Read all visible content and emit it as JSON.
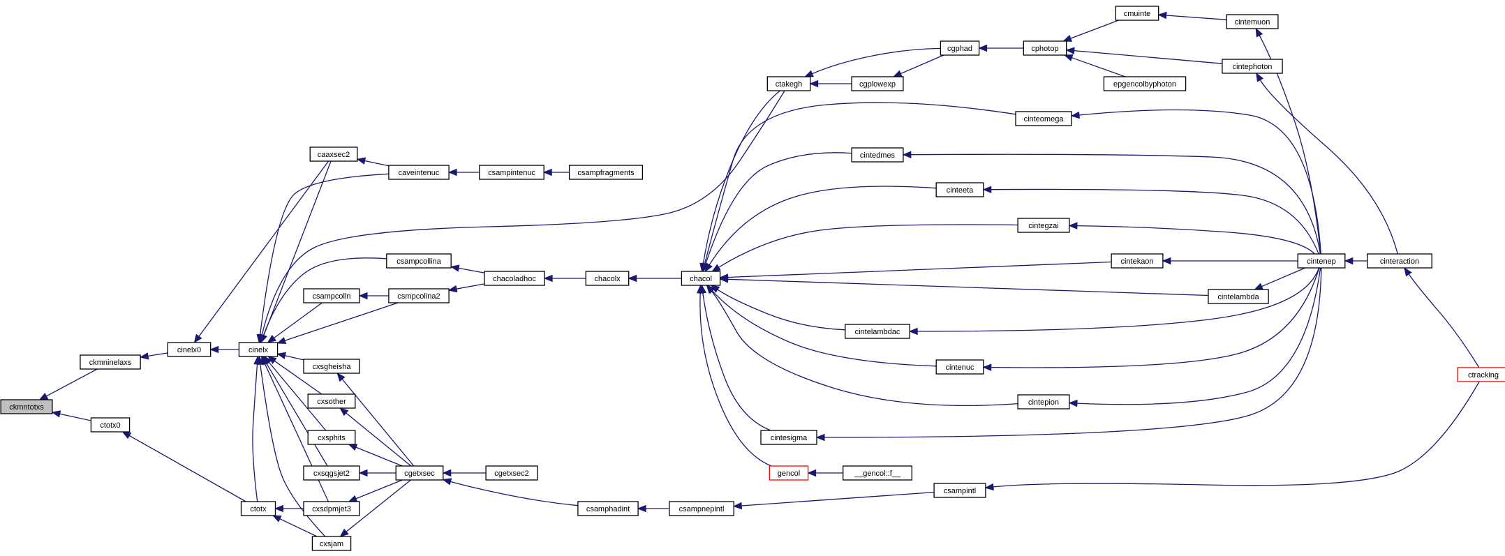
{
  "diagram": {
    "colors": {
      "edge": "#191970",
      "node_border": "#000000",
      "node_fill": "#ffffff",
      "highlight_fill": "#c0c0c0",
      "truncated_border": "#ff0000"
    },
    "nodes": [
      {
        "id": "ckmntotxs",
        "label": "ckmntotxs",
        "highlight": true
      },
      {
        "id": "ckmninelaxs",
        "label": "ckmninelaxs"
      },
      {
        "id": "ctotx0",
        "label": "ctotx0"
      },
      {
        "id": "cinelx0",
        "label": "cinelx0"
      },
      {
        "id": "cinelx",
        "label": "cinelx"
      },
      {
        "id": "ctotx",
        "label": "ctotx"
      },
      {
        "id": "caaxsec2",
        "label": "caaxsec2"
      },
      {
        "id": "caveintenuc",
        "label": "caveintenuc"
      },
      {
        "id": "csampintenuc",
        "label": "csampintenuc"
      },
      {
        "id": "csampfragments",
        "label": "csampfragments"
      },
      {
        "id": "csampcollina",
        "label": "csampcollina"
      },
      {
        "id": "csampcolln",
        "label": "csampcolln"
      },
      {
        "id": "csmpcolina2",
        "label": "csmpcolina2"
      },
      {
        "id": "chacoladhoc",
        "label": "chacoladhoc"
      },
      {
        "id": "chacolx",
        "label": "chacolx"
      },
      {
        "id": "chacol",
        "label": "chacol"
      },
      {
        "id": "cxsgheisha",
        "label": "cxsgheisha"
      },
      {
        "id": "cxsother",
        "label": "cxsother"
      },
      {
        "id": "cxsphits",
        "label": "cxsphits"
      },
      {
        "id": "cxsqgsjet2",
        "label": "cxsqgsjet2"
      },
      {
        "id": "cxsdpmjet3",
        "label": "cxsdpmjet3"
      },
      {
        "id": "cxsjam",
        "label": "cxsjam"
      },
      {
        "id": "cgetxsec",
        "label": "cgetxsec"
      },
      {
        "id": "cgetxsec2",
        "label": "cgetxsec2"
      },
      {
        "id": "csamphadint",
        "label": "csamphadint"
      },
      {
        "id": "csampnepintl",
        "label": "csampnepintl"
      },
      {
        "id": "csampintl",
        "label": "csampintl"
      },
      {
        "id": "ctakegh",
        "label": "ctakegh"
      },
      {
        "id": "cgplowexp",
        "label": "cgplowexp"
      },
      {
        "id": "cgphad",
        "label": "cgphad"
      },
      {
        "id": "cphotop",
        "label": "cphotop"
      },
      {
        "id": "cmuinte",
        "label": "cmuinte"
      },
      {
        "id": "cintemuon",
        "label": "cintemuon"
      },
      {
        "id": "cintephoton",
        "label": "cintephoton"
      },
      {
        "id": "epgencolbyphoton",
        "label": "epgencolbyphoton"
      },
      {
        "id": "cinteomega",
        "label": "cinteomega"
      },
      {
        "id": "cintedmes",
        "label": "cintedmes"
      },
      {
        "id": "cinteeta",
        "label": "cinteeta"
      },
      {
        "id": "cintegzai",
        "label": "cintegzai"
      },
      {
        "id": "cintekaon",
        "label": "cintekaon"
      },
      {
        "id": "cintelambda",
        "label": "cintelambda"
      },
      {
        "id": "cintelambdac",
        "label": "cintelambdac"
      },
      {
        "id": "cintenuc",
        "label": "cintenuc"
      },
      {
        "id": "cintepion",
        "label": "cintepion"
      },
      {
        "id": "cintesigma",
        "label": "cintesigma"
      },
      {
        "id": "gencol",
        "label": "gencol",
        "truncated": true
      },
      {
        "id": "gencol_f",
        "label": "__gencol::f__"
      },
      {
        "id": "cintenep",
        "label": "cintenep"
      },
      {
        "id": "cinteraction",
        "label": "cinteraction"
      },
      {
        "id": "ctracking",
        "label": "ctracking",
        "truncated": true
      }
    ],
    "edges": [
      [
        "ckmninelaxs",
        "ckmntotxs"
      ],
      [
        "ctotx0",
        "ckmntotxs"
      ],
      [
        "cinelx0",
        "ckmninelaxs"
      ],
      [
        "caaxsec2",
        "cinelx0"
      ],
      [
        "cinelx",
        "cinelx0"
      ],
      [
        "ctotx",
        "ctotx0"
      ],
      [
        "caaxsec2",
        "cinelx"
      ],
      [
        "caveintenuc",
        "cinelx"
      ],
      [
        "ctakegh",
        "cinelx"
      ],
      [
        "csampcollina",
        "cinelx"
      ],
      [
        "csampcolln",
        "cinelx"
      ],
      [
        "csmpcolina2",
        "cinelx"
      ],
      [
        "cxsgheisha",
        "cinelx"
      ],
      [
        "cxsother",
        "cinelx"
      ],
      [
        "cxsphits",
        "cinelx"
      ],
      [
        "cxsqgsjet2",
        "cinelx"
      ],
      [
        "cxsdpmjet3",
        "cinelx"
      ],
      [
        "cxsjam",
        "cinelx"
      ],
      [
        "ctotx",
        "cinelx"
      ],
      [
        "cxsdpmjet3",
        "ctotx"
      ],
      [
        "cxsjam",
        "ctotx"
      ],
      [
        "caveintenuc",
        "caaxsec2"
      ],
      [
        "csampintenuc",
        "caveintenuc"
      ],
      [
        "csampfragments",
        "csampintenuc"
      ],
      [
        "chacoladhoc",
        "csampcollina"
      ],
      [
        "csmpcolina2",
        "csampcolln"
      ],
      [
        "chacoladhoc",
        "csmpcolina2"
      ],
      [
        "chacolx",
        "chacoladhoc"
      ],
      [
        "chacol",
        "chacolx"
      ],
      [
        "cgetxsec",
        "cxsgheisha"
      ],
      [
        "cgetxsec",
        "cxsother"
      ],
      [
        "cgetxsec",
        "cxsphits"
      ],
      [
        "cgetxsec",
        "cxsqgsjet2"
      ],
      [
        "cgetxsec",
        "cxsdpmjet3"
      ],
      [
        "cgetxsec",
        "cxsjam"
      ],
      [
        "cgetxsec2",
        "cgetxsec"
      ],
      [
        "csamphadint",
        "cgetxsec"
      ],
      [
        "csampnepintl",
        "csamphadint"
      ],
      [
        "csampintl",
        "csampnepintl"
      ],
      [
        "ctracking",
        "csampintl"
      ],
      [
        "ctakegh",
        "chacol"
      ],
      [
        "cgplowexp",
        "ctakegh"
      ],
      [
        "cgphad",
        "ctakegh"
      ],
      [
        "cgphad",
        "cgplowexp"
      ],
      [
        "cphotop",
        "cgphad"
      ],
      [
        "cmuinte",
        "cphotop"
      ],
      [
        "cintephoton",
        "cphotop"
      ],
      [
        "epgencolbyphoton",
        "cphotop"
      ],
      [
        "cintemuon",
        "cmuinte"
      ],
      [
        "cintenep",
        "cintemuon"
      ],
      [
        "cinteraction",
        "cintephoton"
      ],
      [
        "cinteomega",
        "chacol"
      ],
      [
        "cintedmes",
        "chacol"
      ],
      [
        "cinteeta",
        "chacol"
      ],
      [
        "cintegzai",
        "chacol"
      ],
      [
        "cintekaon",
        "chacol"
      ],
      [
        "cintelambda",
        "chacol"
      ],
      [
        "cintelambdac",
        "chacol"
      ],
      [
        "cintenuc",
        "chacol"
      ],
      [
        "cintepion",
        "chacol"
      ],
      [
        "cintesigma",
        "chacol"
      ],
      [
        "gencol",
        "chacol"
      ],
      [
        "gencol_f",
        "gencol"
      ],
      [
        "cintenep",
        "cinteomega"
      ],
      [
        "cintenep",
        "cintedmes"
      ],
      [
        "cintenep",
        "cinteeta"
      ],
      [
        "cintenep",
        "cintegzai"
      ],
      [
        "cintenep",
        "cintekaon"
      ],
      [
        "cintenep",
        "cintelambda"
      ],
      [
        "cintenep",
        "cintelambdac"
      ],
      [
        "cintenep",
        "cintenuc"
      ],
      [
        "cintenep",
        "cintepion"
      ],
      [
        "cintenep",
        "cintesigma"
      ],
      [
        "cinteraction",
        "cintenep"
      ],
      [
        "ctracking",
        "cinteraction"
      ]
    ]
  }
}
